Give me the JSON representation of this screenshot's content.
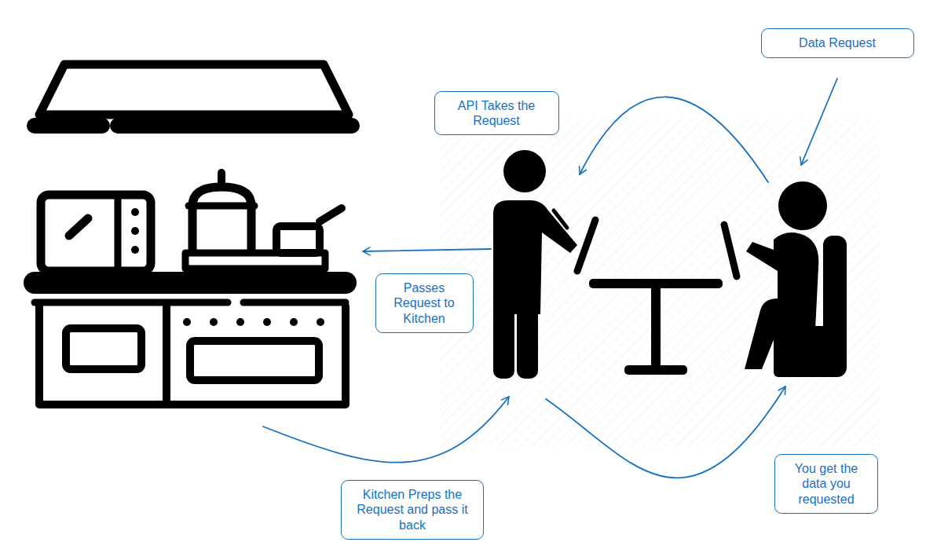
{
  "diagram": {
    "nodes": [
      {
        "text": [
          "Data Request"
        ]
      },
      {
        "text": [
          "API Takes the Request"
        ]
      },
      {
        "text": [
          "Passes Request to Kitchen"
        ]
      },
      {
        "text": [
          "You get the data you requested"
        ]
      },
      {
        "text": [
          "Kitchen Preps the Request and pass it back"
        ]
      }
    ]
  }
}
